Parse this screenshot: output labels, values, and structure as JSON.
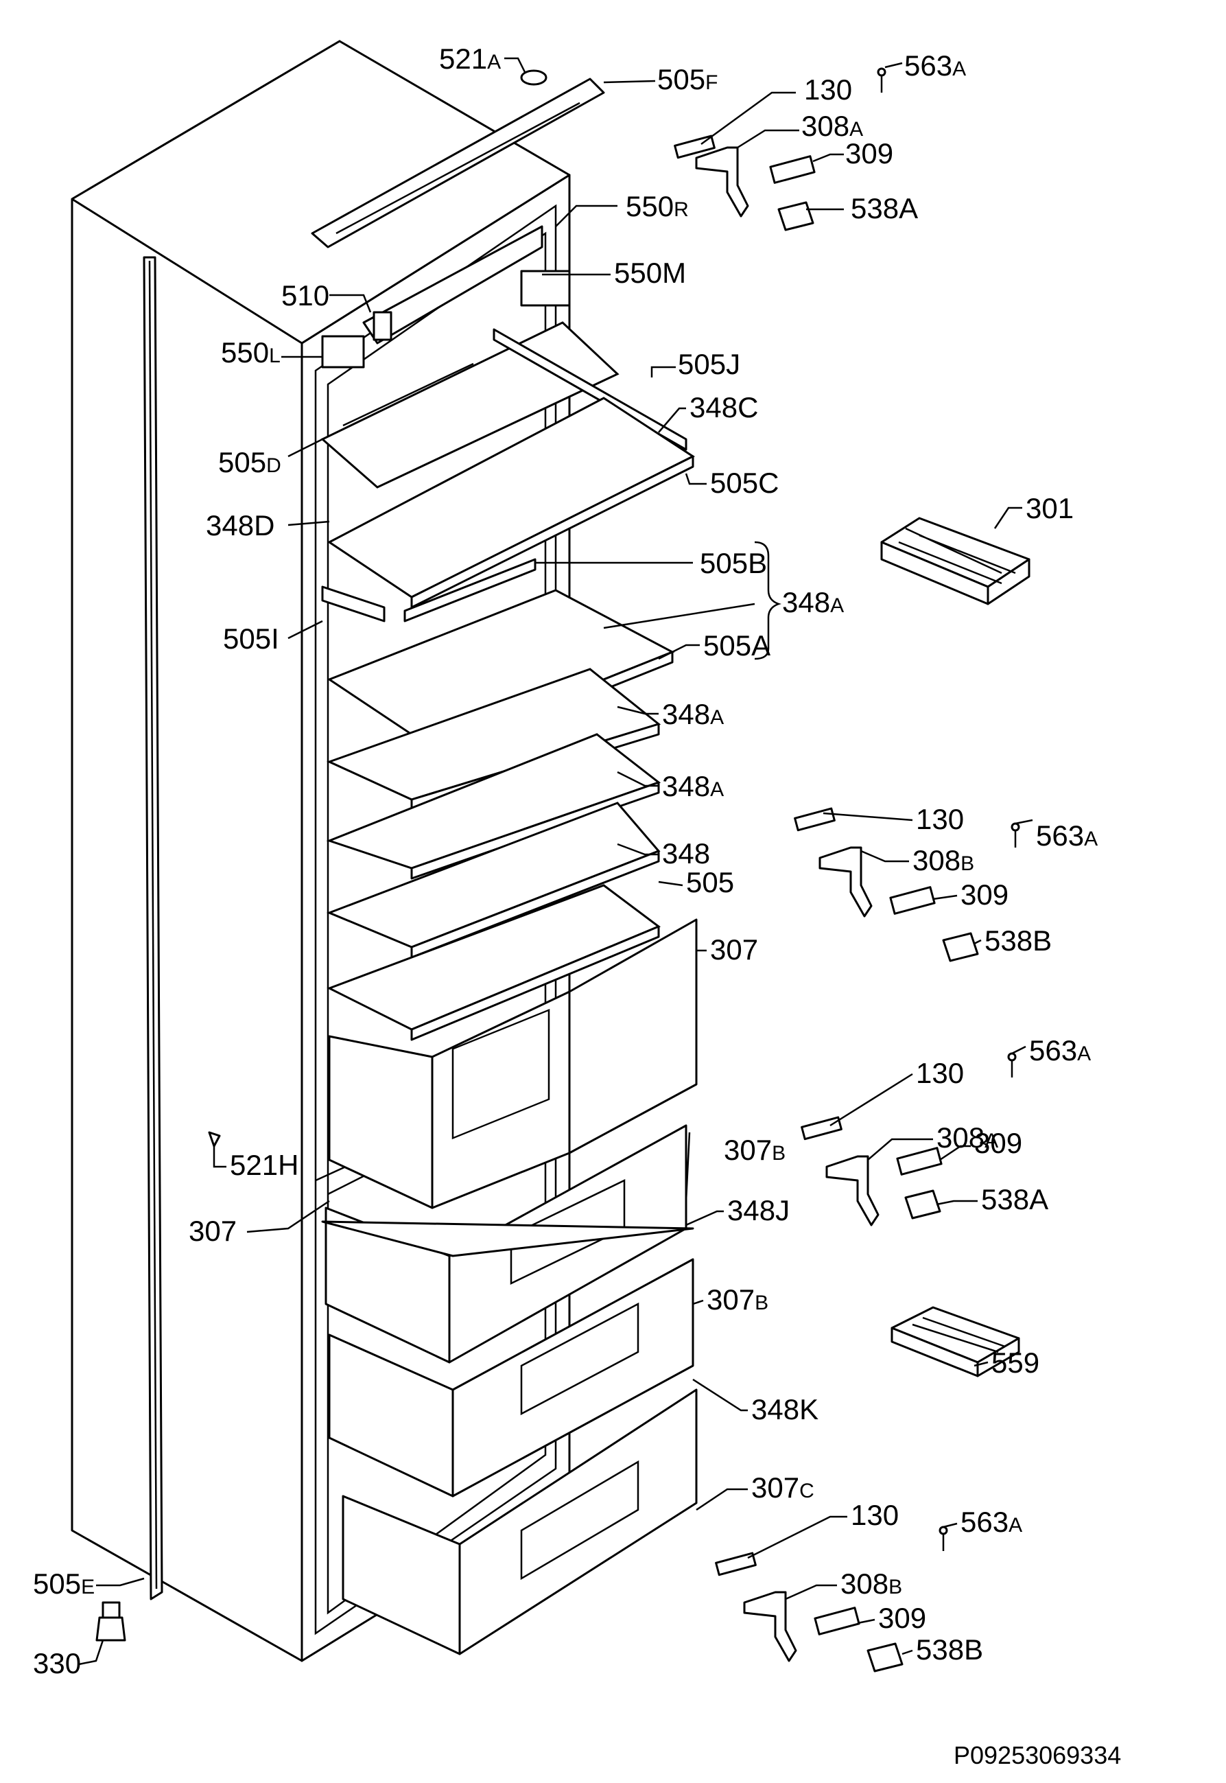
{
  "reference_number": "P09253069334",
  "labels": {
    "l521a": {
      "num": "521",
      "sfx": "A"
    },
    "l505f": {
      "num": "505",
      "sfx": "F"
    },
    "l130a": {
      "num": "130",
      "sfx": ""
    },
    "l563a1": {
      "num": "563",
      "sfx": "A"
    },
    "l308a1": {
      "num": "308",
      "sfx": "A"
    },
    "l309a": {
      "num": "309",
      "sfx": ""
    },
    "l538a1": {
      "num": "538A",
      "sfx": ""
    },
    "l550r": {
      "num": "550",
      "sfx": "R"
    },
    "l550m": {
      "num": "550M",
      "sfx": ""
    },
    "l510": {
      "num": "510",
      "sfx": ""
    },
    "l550l": {
      "num": "550",
      "sfx": "L"
    },
    "l505j": {
      "num": "505J",
      "sfx": ""
    },
    "l348c": {
      "num": "348C",
      "sfx": ""
    },
    "l505d": {
      "num": "505",
      "sfx": "D"
    },
    "l505c": {
      "num": "505C",
      "sfx": ""
    },
    "l348d": {
      "num": "348D",
      "sfx": ""
    },
    "l301": {
      "num": "301",
      "sfx": ""
    },
    "l505b": {
      "num": "505B",
      "sfx": ""
    },
    "l348a_brace": {
      "num": "348",
      "sfx": "A"
    },
    "l505i": {
      "num": "505I",
      "sfx": ""
    },
    "l505a": {
      "num": "505A",
      "sfx": ""
    },
    "l348a2": {
      "num": "348",
      "sfx": "A"
    },
    "l348a3": {
      "num": "348",
      "sfx": "A"
    },
    "l348": {
      "num": "348",
      "sfx": ""
    },
    "l505": {
      "num": "505",
      "sfx": ""
    },
    "l130b": {
      "num": "130",
      "sfx": ""
    },
    "l563a2": {
      "num": "563",
      "sfx": "A"
    },
    "l308b1": {
      "num": "308",
      "sfx": "B"
    },
    "l309b": {
      "num": "309",
      "sfx": ""
    },
    "l538b1": {
      "num": "538B",
      "sfx": ""
    },
    "l307a": {
      "num": "307",
      "sfx": ""
    },
    "l130c": {
      "num": "130",
      "sfx": ""
    },
    "l563a3": {
      "num": "563",
      "sfx": "A"
    },
    "l308a2": {
      "num": "308",
      "sfx": "A"
    },
    "l309c": {
      "num": "309",
      "sfx": ""
    },
    "l538a2": {
      "num": "538A",
      "sfx": ""
    },
    "l521h": {
      "num": "521H",
      "sfx": ""
    },
    "l307b1": {
      "num": "307",
      "sfx": "B"
    },
    "l307": {
      "num": "307",
      "sfx": ""
    },
    "l348j": {
      "num": "348J",
      "sfx": ""
    },
    "l307b2": {
      "num": "307",
      "sfx": "B"
    },
    "l559": {
      "num": "559",
      "sfx": ""
    },
    "l348k": {
      "num": "348K",
      "sfx": ""
    },
    "l307c": {
      "num": "307",
      "sfx": "C"
    },
    "l130d": {
      "num": "130",
      "sfx": ""
    },
    "l563a4": {
      "num": "563",
      "sfx": "A"
    },
    "l308b2": {
      "num": "308",
      "sfx": "B"
    },
    "l309d": {
      "num": "309",
      "sfx": ""
    },
    "l538b2": {
      "num": "538B",
      "sfx": ""
    },
    "l505e": {
      "num": "505",
      "sfx": "E"
    },
    "l330": {
      "num": "330",
      "sfx": ""
    }
  }
}
